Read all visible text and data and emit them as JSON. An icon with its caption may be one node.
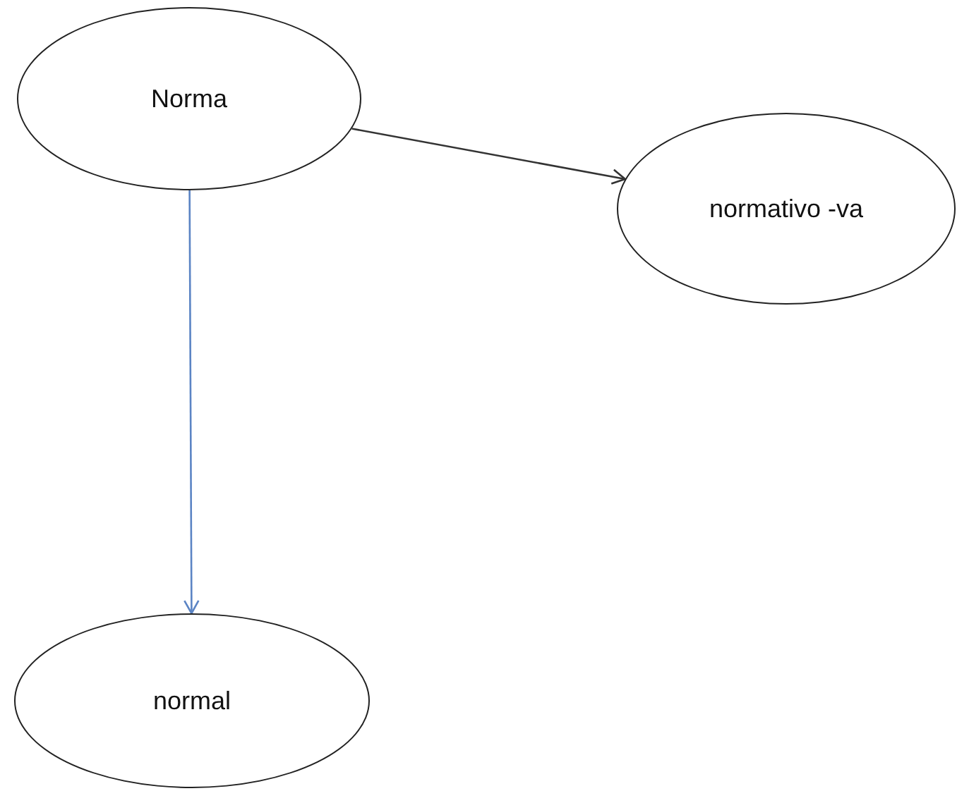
{
  "diagram": {
    "nodes": [
      {
        "text": [
          "Norma"
        ]
      },
      {
        "text": [
          "normativo -va"
        ]
      },
      {
        "text": [
          "normal"
        ]
      }
    ],
    "edges": [
      {
        "from": 0,
        "to": 1,
        "arrow": "to"
      },
      {
        "from": 0,
        "to": 2,
        "arrow": "to",
        "color": "#5b84c4"
      }
    ]
  }
}
